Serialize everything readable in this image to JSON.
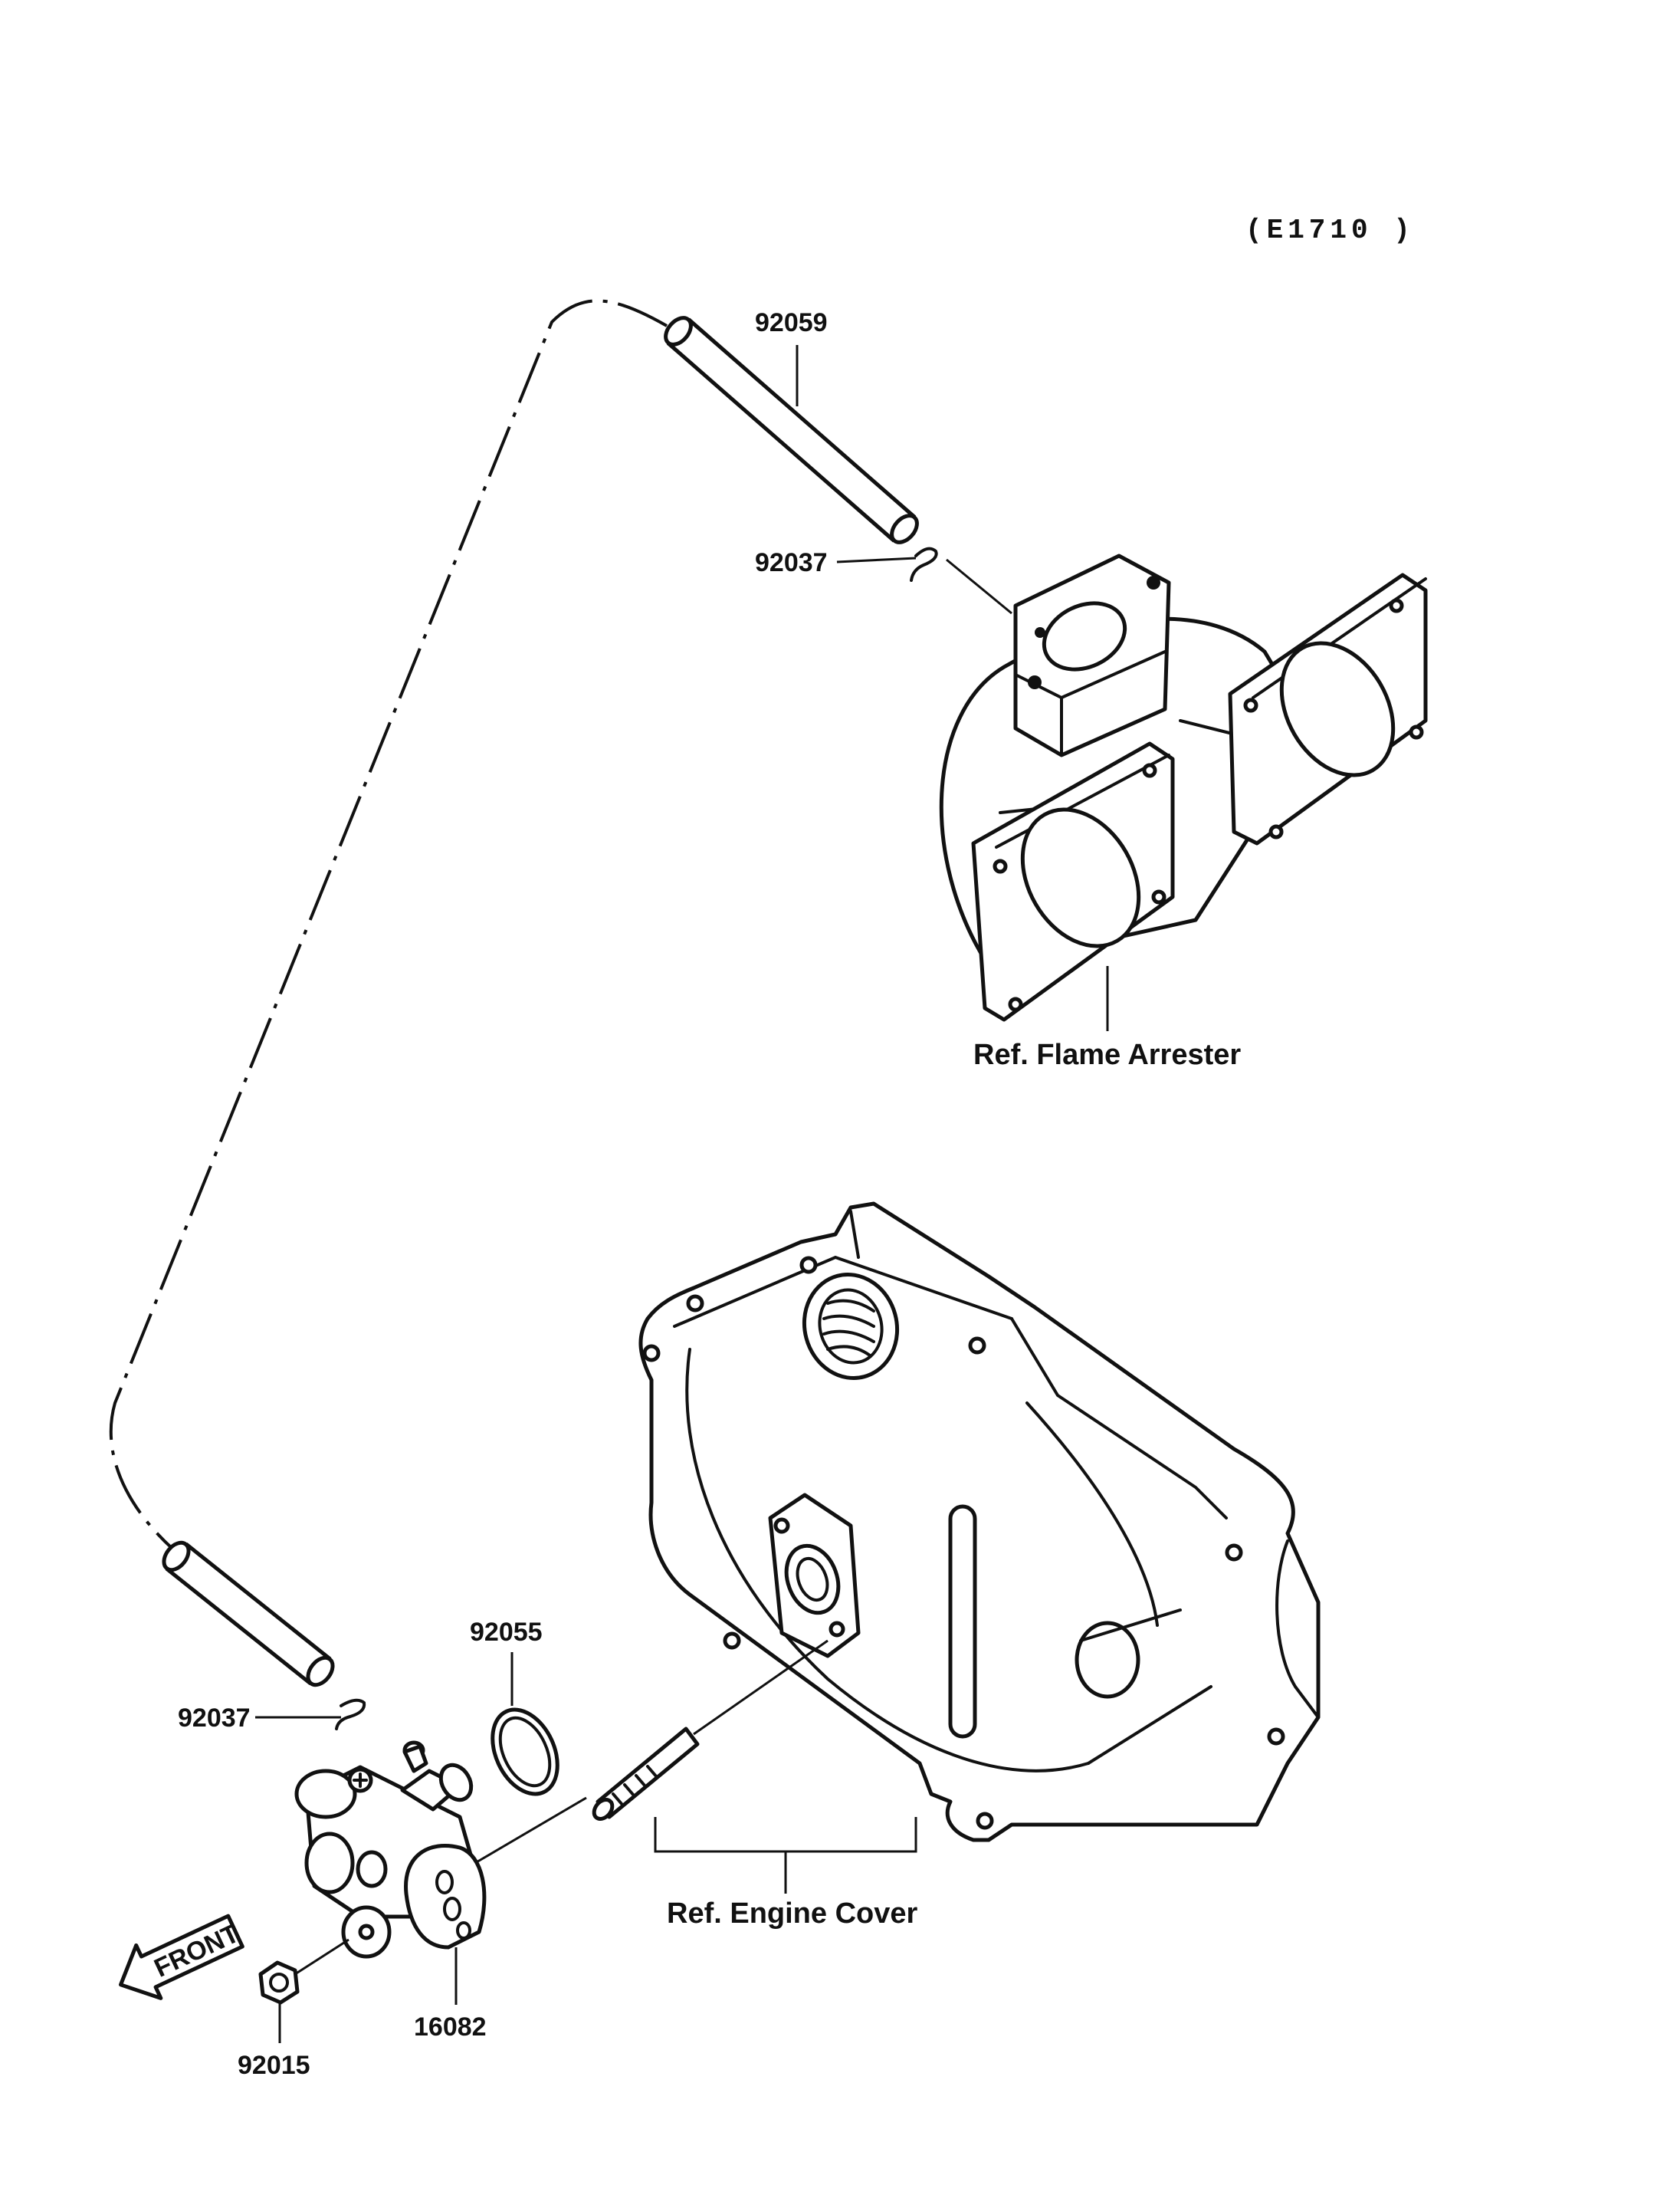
{
  "diagram": {
    "code": "(E1710 )",
    "front_label": "FRONT",
    "part_numbers": {
      "hose_upper": "92059",
      "clamp_upper": "92037",
      "o_ring": "92055",
      "clamp_lower": "92037",
      "nut": "92015",
      "valve": "16082"
    },
    "references": {
      "flame_arrester": "Ref. Flame Arrester",
      "engine_cover": "Ref. Engine Cover"
    }
  }
}
